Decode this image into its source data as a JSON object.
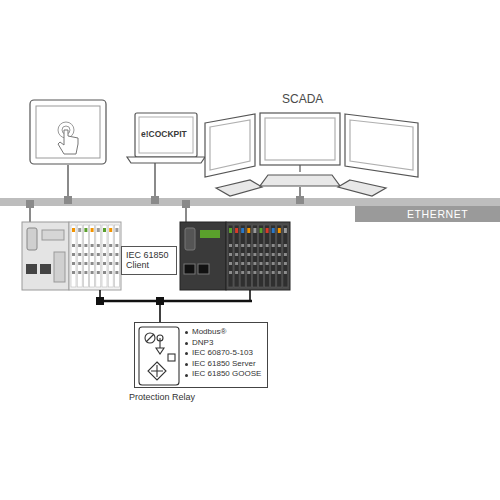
{
  "diagram": {
    "nodes": [
      {
        "text": [
          "ETHERNET"
        ]
      },
      {
        "text": [
          "IEC 61850 Client"
        ]
      },
      {
        "text": [
          "Modbus®",
          "DNP3",
          "IEC 60870-5-103",
          "IEC 61850 Server",
          "IEC 61850 GOOSE",
          "Protection Relay"
        ]
      }
    ],
    "labels": [
      "SCADA",
      "e!COCKPIT"
    ]
  }
}
